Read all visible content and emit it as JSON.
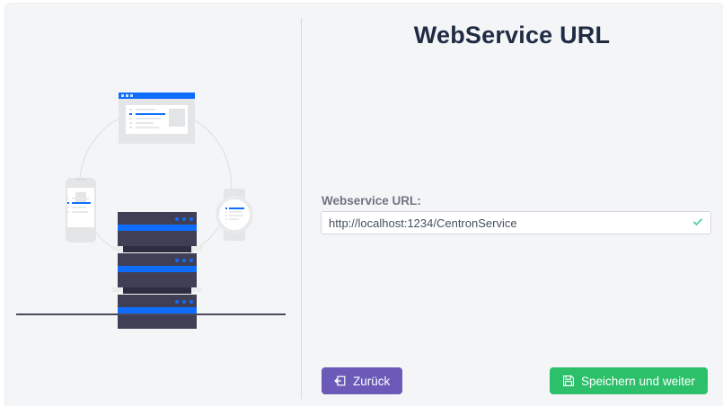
{
  "page": {
    "title": "WebService URL"
  },
  "form": {
    "label": "Webservice URL:",
    "url_value": "http://localhost:1234/CentronService",
    "url_placeholder": "http://localhost:1234/CentronService",
    "validation_state": "valid",
    "validation_icon": "check-icon"
  },
  "buttons": {
    "back": {
      "label": "Zurück",
      "icon": "sign-out-icon",
      "color": "#6b5ab8"
    },
    "save": {
      "label": "Speichern und weiter",
      "icon": "floppy-save-icon",
      "color": "#2cc06b"
    }
  },
  "illustration": {
    "name": "devices-server-network-illustration",
    "parts": [
      "browser-window",
      "smartphone",
      "smartwatch",
      "server-rack",
      "connection-circle",
      "ground-line"
    ]
  },
  "colors": {
    "page_background": "#f4f5f7",
    "title_text": "#1f2c43",
    "label_text": "#6e7583",
    "input_text": "#45505f",
    "input_border": "#d4d7dc",
    "accent_blue": "#0f6dfd",
    "server_dark": "#413f56",
    "valid_green": "#2cc98e",
    "back_purple": "#6b5ab8",
    "save_green": "#2cc06b",
    "divider": "#d4d7dc"
  }
}
